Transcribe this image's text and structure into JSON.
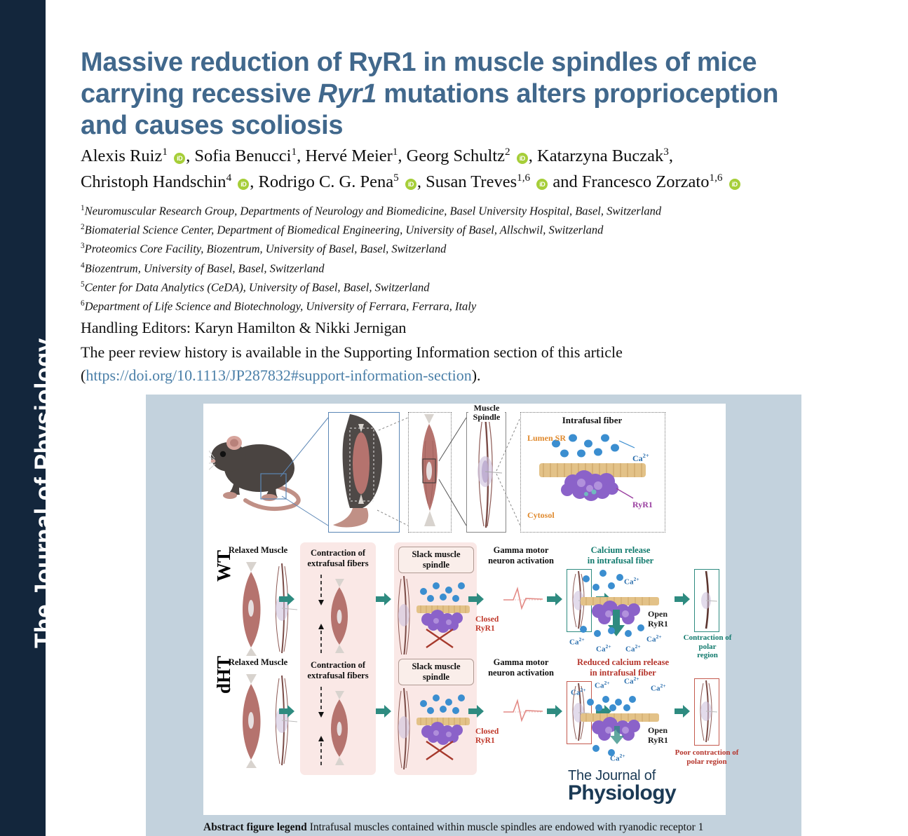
{
  "spine": {
    "journal_name": "The Journal of Physiology"
  },
  "article": {
    "title_line1": "Massive reduction of RyR1 in muscle spindles of mice",
    "title_line2_a": "carrying recessive ",
    "title_line2_italic": "Ryr1",
    "title_line2_b": " mutations alters proprioception",
    "title_line3": "and causes scoliosis",
    "authors_line1": "Alexis Ruiz1 , Sofia Benucci1, Hervé Meier1, Georg Schultz2 , Katarzyna Buczak3,",
    "authors_line2": "Christoph Handschin4 , Rodrigo C. G. Pena5 , Susan Treves1,6  and Francesco Zorzato1,6",
    "orcid_label": "iD",
    "affiliations": [
      {
        "num": "1",
        "text": "Neuromuscular Research Group, Departments of Neurology and Biomedicine, Basel University Hospital, Basel, Switzerland"
      },
      {
        "num": "2",
        "text": "Biomaterial Science Center, Department of Biomedical Engineering, University of Basel, Allschwil, Switzerland"
      },
      {
        "num": "3",
        "text": "Proteomics Core Facility, Biozentrum, University of Basel, Basel, Switzerland"
      },
      {
        "num": "4",
        "text": "Biozentrum, University of Basel, Basel, Switzerland"
      },
      {
        "num": "5",
        "text": "Center for Data Analytics (CeDA), University of Basel, Basel, Switzerland"
      },
      {
        "num": "6",
        "text": "Department of Life Science and Biotechnology, University of Ferrara, Ferrara, Italy"
      }
    ],
    "handling_editors": "Handling Editors: Karyn Hamilton & Nikki Jernigan",
    "peer_review_text": "The peer review history is available in the Supporting Information section of this article",
    "peer_review_paren_open": "(",
    "peer_review_link": "https://doi.org/10.1113/JP287832#support-information-section",
    "peer_review_paren_close": ")."
  },
  "figure": {
    "top_panel": {
      "muscle_spindle_label": "Muscle\nSpindle",
      "intrafusal_title": "Intrafusal fiber",
      "lumen_sr": "Lumen SR",
      "cytosol": "Cytosol",
      "calcium_label": "Ca2+",
      "ryr1_label": "RyR1"
    },
    "rows": [
      {
        "genotype": "WT",
        "relaxed_muscle": "Relaxed Muscle",
        "contraction_panel": "Contraction of\nextrafusal fibers",
        "slack_chip": "Slack muscle\nspindle",
        "closed_ryr1": "Closed\nRyR1",
        "gamma_header": "Gamma motor\nneuron activation",
        "calcium_header": "Calcium release\nin intrafusal fiber",
        "open_ryr1": "Open\nRyR1",
        "outcome": "Contraction of polar\nregion",
        "ca_ions": [
          "Ca2+",
          "Ca2+",
          "Ca2+",
          "Ca2+",
          "Ca2+"
        ]
      },
      {
        "genotype": "dHT",
        "relaxed_muscle": "Relaxed Muscle",
        "contraction_panel": "Contraction of\nextrafusal fibers",
        "slack_chip": "Slack muscle\nspindle",
        "closed_ryr1": "Closed\nRyR1",
        "gamma_header": "Gamma motor\nneuron activation",
        "calcium_header": "Reduced calcium release\nin intrafusal fiber",
        "open_ryr1": "Open\nRyR1",
        "outcome": "Poor contraction of\npolar region",
        "ca_ions": [
          "Ca2+",
          "Ca2+",
          "Ca2+",
          "Ca2+",
          "Ca2+"
        ]
      }
    ],
    "journal_logo_line1": "The Journal of",
    "journal_logo_line2": "Physiology",
    "legend_bold": "Abstract figure legend",
    "legend_text": " Intrafusal muscles contained within muscle spindles are endowed with ryanodic receptor 1"
  },
  "colors": {
    "spine_navy": "#13263c",
    "title_blue": "#41688c",
    "link_blue": "#4a7fa8",
    "orcid_green": "#a6ce39",
    "figure_frame": "#c3d2dd",
    "panel_pink": "#fae8e6",
    "teal_arrow": "#2e8b80",
    "teal_text": "#117a6d",
    "red_text": "#b5352c",
    "calcium_blue": "#2b6fae",
    "ryr1_purple": "#9a3fa0",
    "lumen_orange": "#e08a2e"
  }
}
